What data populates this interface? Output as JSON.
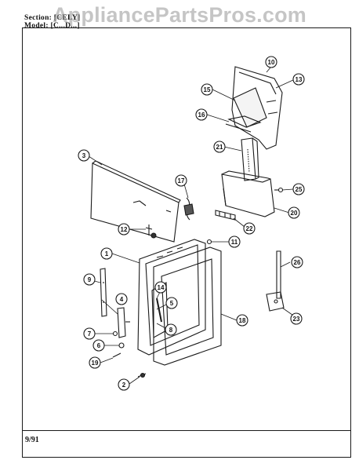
{
  "header": {
    "section_line": "Section: [CELY]",
    "model_line": "Model: [C...D...]"
  },
  "watermark": "AppliancePartsPros.com",
  "footer": {
    "code": "9/91"
  },
  "callouts": [
    "1",
    "2",
    "3",
    "4",
    "5",
    "6",
    "7",
    "8",
    "9",
    "10",
    "11",
    "12",
    "13",
    "14",
    "15",
    "16",
    "17",
    "18",
    "19",
    "20",
    "21",
    "22",
    "23",
    "25",
    "26"
  ],
  "colors": {
    "ink": "#1a1a1a",
    "paper": "#ffffff"
  }
}
